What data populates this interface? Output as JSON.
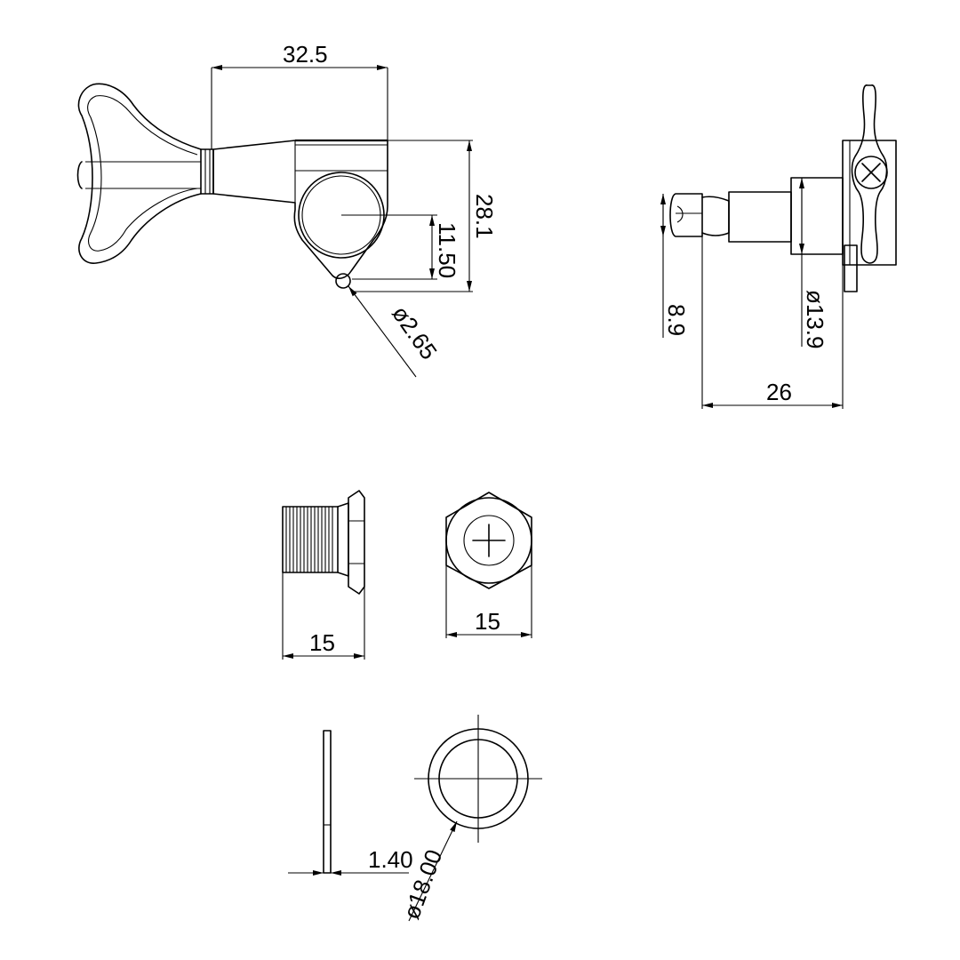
{
  "drawing": {
    "dimensions": {
      "width_32_5": "32.5",
      "height_28_1": "28.1",
      "offset_11_50": "11.50",
      "hole_dia_2_65": "ø2.65",
      "post_8_9": "8.9",
      "bushing_dia_13_9": "ø13.9",
      "length_26": "26",
      "nut_side_15": "15",
      "nut_front_15": "15",
      "washer_thickness_1_40": "1.40",
      "washer_dia_18_00": "ø18.00"
    }
  }
}
